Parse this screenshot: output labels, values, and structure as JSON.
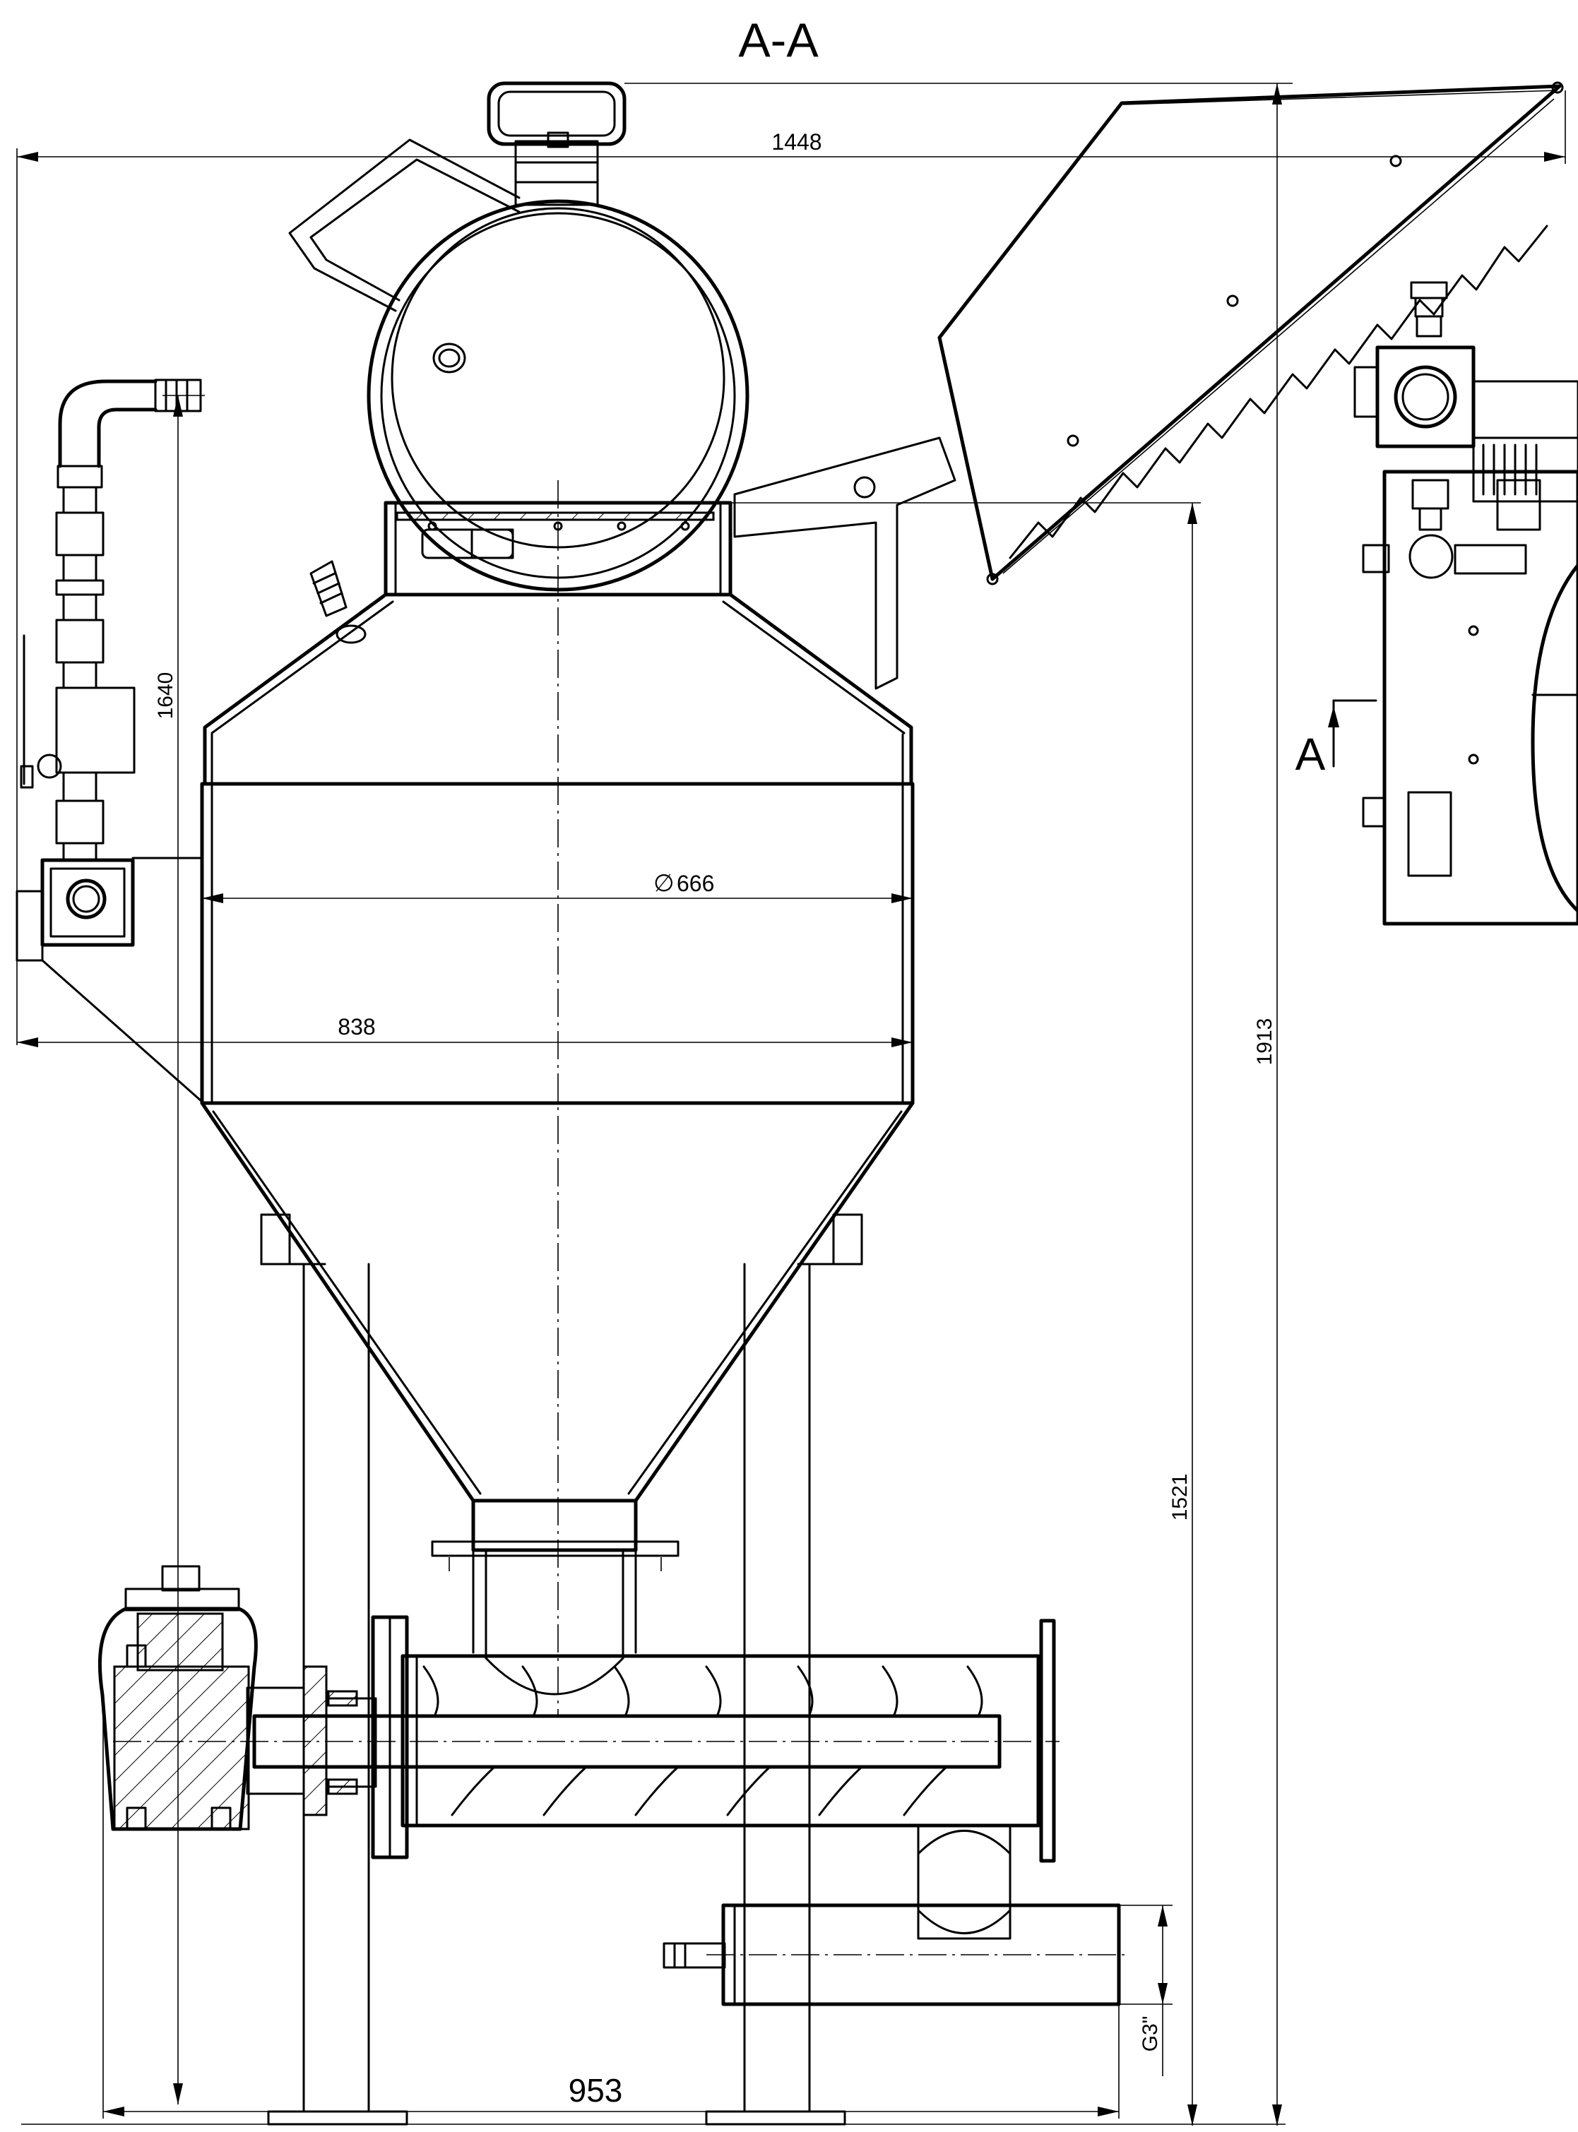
{
  "drawing": {
    "section_title": "A-A",
    "section_marker": "A",
    "dimensions": {
      "width_top": "1448",
      "height_feed_pipe": "1640",
      "width_body": "838",
      "diameter_body": "666",
      "height_total": "1913",
      "height_hopper_top": "1521",
      "width_base": "953",
      "thread_outlet": "G3\""
    },
    "diameter_symbol": "∅"
  }
}
